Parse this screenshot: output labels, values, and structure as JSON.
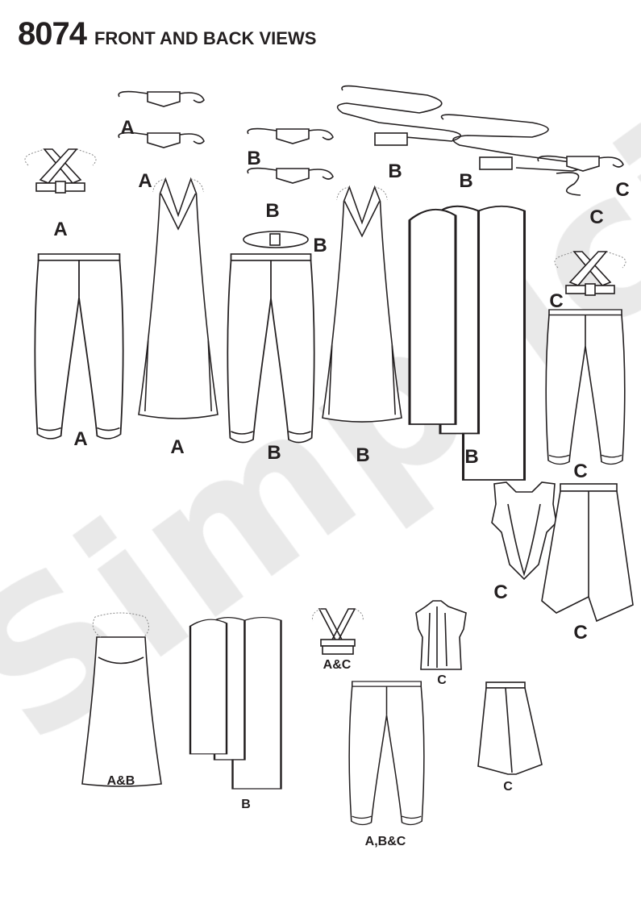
{
  "header": {
    "pattern_number": "8074",
    "title": "FRONT AND BACK VIEWS"
  },
  "watermark": {
    "brand": "Simplicity"
  },
  "labels": {
    "belt_a1": "A",
    "belt_a2": "A",
    "belt_b1": "B",
    "belt_b2": "B",
    "sash_b1": "B",
    "sash_b2": "B",
    "belt_c1": "C",
    "belt_c2": "C",
    "top_a": "A",
    "belt_b3": "B",
    "top_c": "C",
    "pants_a": "A",
    "dress_a": "A",
    "pants_b": "B",
    "dress_b": "B",
    "scarf_b": "B",
    "pants_c": "C",
    "bodysuit_c": "C",
    "skirt_c": "C",
    "back_top_ac": "A&C",
    "back_vest_c": "C",
    "back_dress_ab": "A&B",
    "back_scarf_b": "B",
    "back_skirt_c": "C",
    "back_pants_abc": "A,B&C"
  }
}
